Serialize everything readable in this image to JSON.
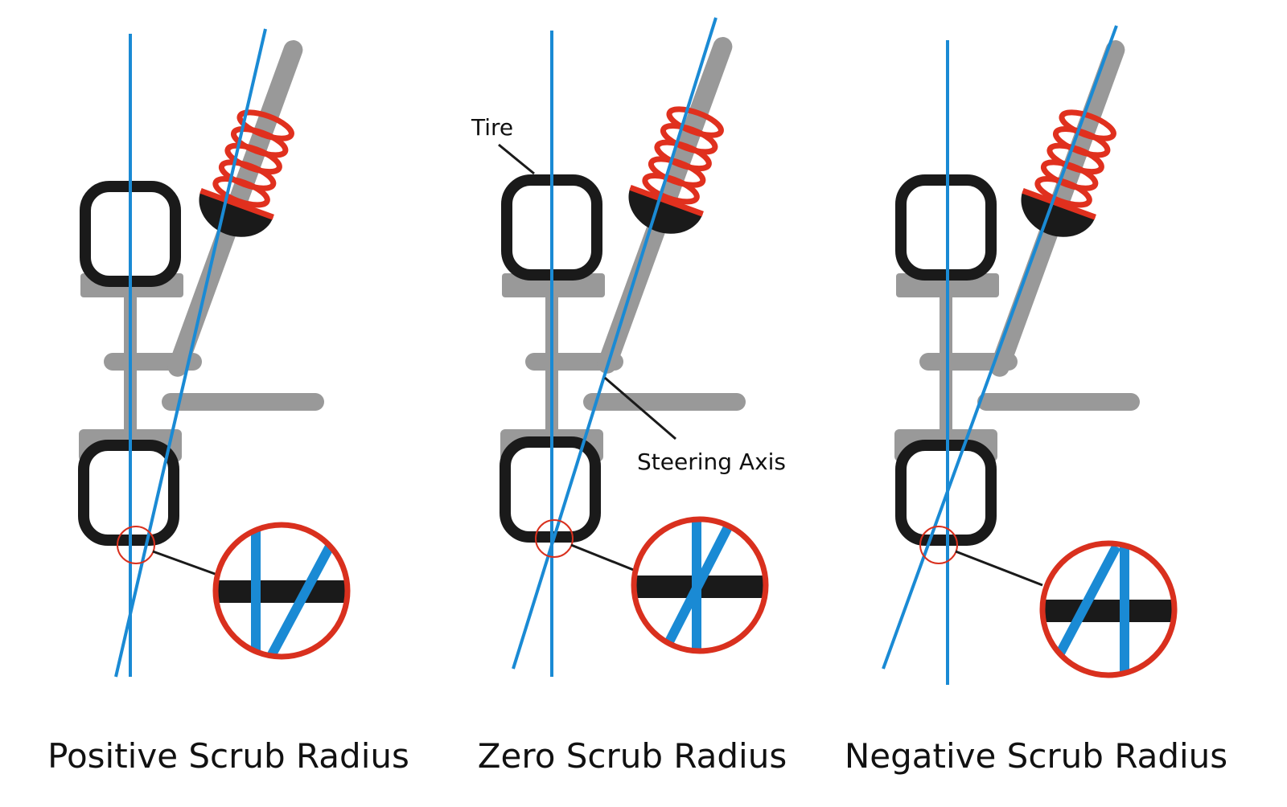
{
  "labels": {
    "tire": "Tire",
    "steering_axis": "Steering Axis"
  },
  "panels": [
    {
      "caption": "Positive Scrub Radius"
    },
    {
      "caption": "Zero Scrub Radius"
    },
    {
      "caption": "Negative Scrub Radius"
    }
  ],
  "colors": {
    "axis_line": "#1a8ad4",
    "spring": "#e0301e",
    "tire": "#1a1a1a",
    "suspension": "#999999",
    "magnifier_ring": "#d9301e"
  }
}
